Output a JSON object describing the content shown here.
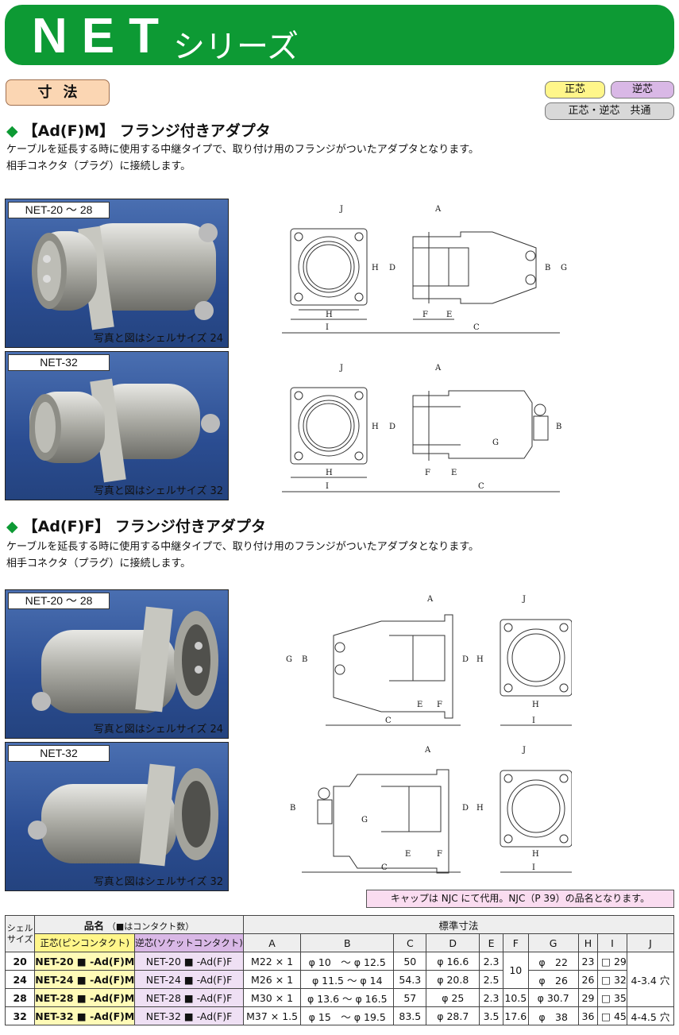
{
  "header": {
    "net": "NET",
    "series": "シリーズ"
  },
  "section_label": "寸法",
  "legend": {
    "seishin": "正芯",
    "gyakushin": "逆芯",
    "common": "正芯・逆芯　共通"
  },
  "adfm": {
    "title": "【Ad(F)M】 フランジ付きアダプタ",
    "desc1": "ケーブルを延長する時に使用する中継タイプで、取り付け用のフランジがついたアダプタとなります。",
    "desc2": "相手コネクタ（プラグ）に接続します。",
    "photo1_tag": "NET-20 〜 28",
    "photo1_cap": "写真と図はシェルサイズ 24",
    "photo2_tag": "NET-32",
    "photo2_cap": "写真と図はシェルサイズ 32"
  },
  "adff": {
    "title": "【Ad(F)F】 フランジ付きアダプタ",
    "desc1": "ケーブルを延長する時に使用する中継タイプで、取り付け用のフランジがついたアダプタとなります。",
    "desc2": "相手コネクタ（プラグ）に接続します。",
    "photo1_tag": "NET-20 〜 28",
    "photo1_cap": "写真と図はシェルサイズ 24",
    "photo2_tag": "NET-32",
    "photo2_cap": "写真と図はシェルサイズ 32"
  },
  "dim_letters": {
    "A": "A",
    "B": "B",
    "C": "C",
    "D": "D",
    "E": "E",
    "F": "F",
    "G": "G",
    "H": "H",
    "I": "I",
    "J": "J"
  },
  "cap_note": "キャップは NJC にて代用。NJC（P 39）の品名となります。",
  "table": {
    "h_shell1": "シェル",
    "h_shell2": "サイズ",
    "h_name": "品名",
    "h_name_note": "（■はコンタクト数）",
    "h_std": "標準寸法",
    "h_pin": "正芯(ピンコンタクト)",
    "h_socket": "逆芯(ソケットコンタクト)",
    "cols": [
      "A",
      "B",
      "C",
      "D",
      "E",
      "F",
      "G",
      "H",
      "I",
      "J"
    ],
    "rows": [
      {
        "size": "20",
        "pin": "NET-20 ■ -Ad(F)M",
        "socket": "NET-20 ■ -Ad(F)F",
        "A": "M22 × 1",
        "B": "φ 10　〜 φ 12.5",
        "C": "50",
        "D": "φ 16.6",
        "E": "2.3",
        "G": "φ　22",
        "H": "23",
        "I": "□ 29"
      },
      {
        "size": "24",
        "pin": "NET-24 ■ -Ad(F)M",
        "socket": "NET-24 ■ -Ad(F)F",
        "A": "M26 × 1",
        "B": "φ 11.5 〜 φ 14",
        "C": "54.3",
        "D": "φ 20.8",
        "E": "2.5",
        "G": "φ　26",
        "H": "26",
        "I": "□ 32"
      },
      {
        "size": "28",
        "pin": "NET-28 ■ -Ad(F)M",
        "socket": "NET-28 ■ -Ad(F)F",
        "A": "M30 × 1",
        "B": "φ 13.6 〜 φ 16.5",
        "C": "57",
        "D": "φ 25",
        "E": "2.3",
        "F": "10.5",
        "G": "φ 30.7",
        "H": "29",
        "I": "□ 35"
      },
      {
        "size": "32",
        "pin": "NET-32 ■ -Ad(F)M",
        "socket": "NET-32 ■ -Ad(F)F",
        "A": "M37 × 1.5",
        "B": "φ 15　〜 φ 19.5",
        "C": "83.5",
        "D": "φ 28.7",
        "E": "3.5",
        "F": "17.6",
        "G": "φ　38",
        "H": "36",
        "I": "□ 45",
        "J": "4-4.5 穴"
      }
    ],
    "F_merged": "10",
    "J_merged": "4-3.4 穴"
  }
}
